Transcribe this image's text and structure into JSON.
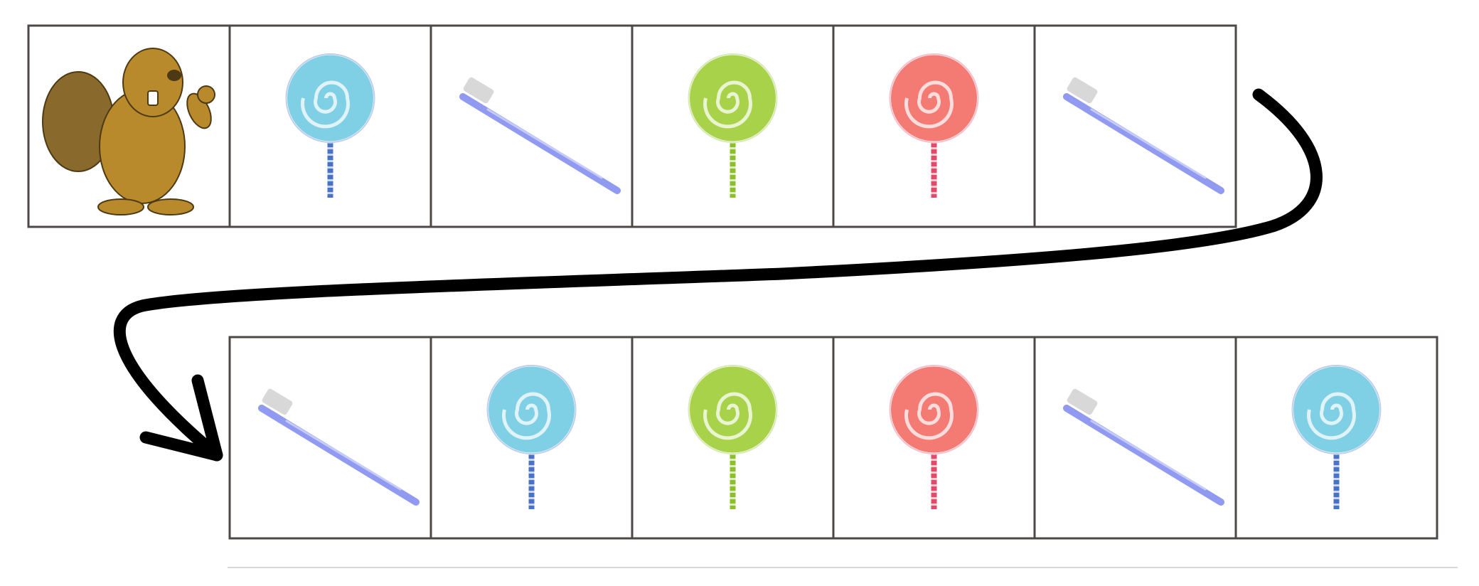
{
  "rows": [
    {
      "cells": [
        {
          "item": "beaver",
          "icon": "beaver-icon"
        },
        {
          "item": "lollipop",
          "color": "blue",
          "icon": "lollipop-blue-icon"
        },
        {
          "item": "toothbrush",
          "icon": "toothbrush-icon"
        },
        {
          "item": "lollipop",
          "color": "green",
          "icon": "lollipop-green-icon"
        },
        {
          "item": "lollipop",
          "color": "red",
          "icon": "lollipop-red-icon"
        },
        {
          "item": "toothbrush",
          "icon": "toothbrush-icon"
        }
      ]
    },
    {
      "cells": [
        {
          "item": "toothbrush",
          "icon": "toothbrush-icon"
        },
        {
          "item": "lollipop",
          "color": "blue",
          "icon": "lollipop-blue-icon"
        },
        {
          "item": "lollipop",
          "color": "green",
          "icon": "lollipop-green-icon"
        },
        {
          "item": "lollipop",
          "color": "red",
          "icon": "lollipop-red-icon"
        },
        {
          "item": "toothbrush",
          "icon": "toothbrush-icon"
        },
        {
          "item": "lollipop",
          "color": "blue",
          "icon": "lollipop-blue-icon"
        }
      ]
    }
  ],
  "connector": {
    "icon": "curved-arrow-icon",
    "color": "#000000"
  },
  "colors": {
    "border": "#4d4747",
    "lollipop_blue": "#7fd0e4",
    "lollipop_blue_stick": "#4a73c8",
    "lollipop_green": "#a8d24a",
    "lollipop_green_stick": "#8cbf2a",
    "lollipop_red": "#f47a74",
    "lollipop_red_stick": "#e34a6a",
    "toothbrush": "#8f9af0",
    "bristles": "#d8d8d8",
    "beaver": "#b88a2c"
  }
}
